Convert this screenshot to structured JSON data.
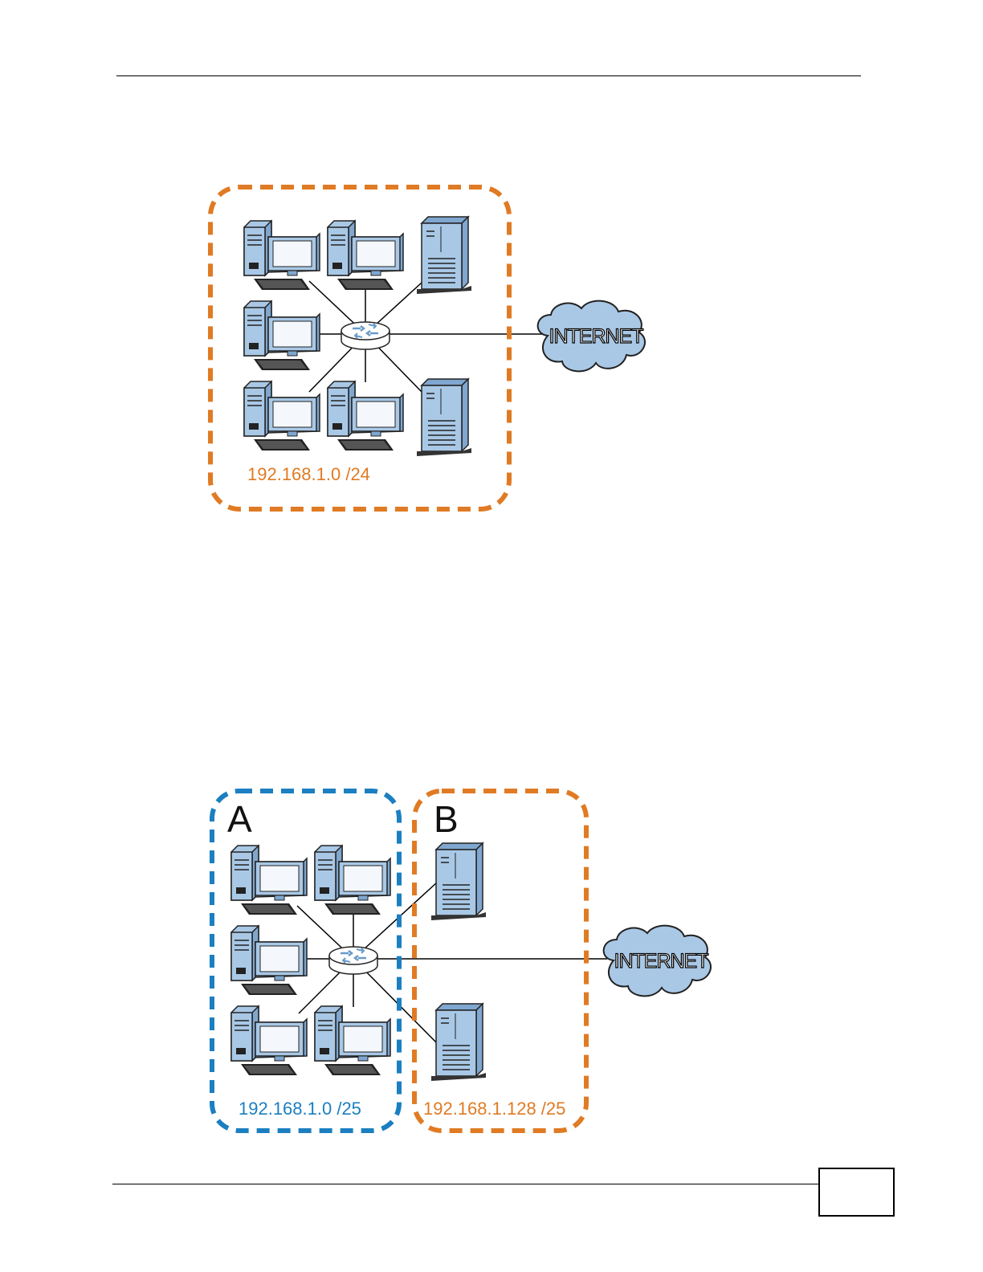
{
  "colors": {
    "orange": "#E07B24",
    "blue": "#1B7FC1",
    "device_fill": "#A9C8E6",
    "device_dark": "#7FA7CF",
    "screen_fill": "#F4F8FC",
    "cloud_fill": "#A9C8E6"
  },
  "figure1": {
    "subnet_label": "192.168.1.0 /24",
    "cloud_label": "INTERNET"
  },
  "figure2": {
    "zone_a_letter": "A",
    "zone_b_letter": "B",
    "zone_a_label": "192.168.1.0 /25",
    "zone_b_label": "192.168.1.128 /25",
    "cloud_label": "INTERNET"
  },
  "footer": {
    "page_number": ""
  }
}
